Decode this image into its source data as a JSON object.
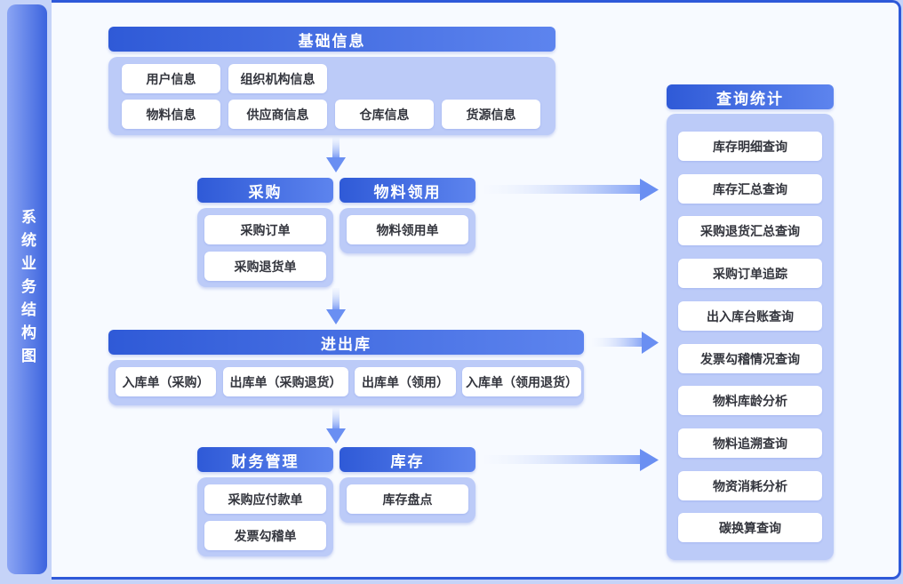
{
  "sidebar": {
    "title": "系统业务结构图"
  },
  "colors": {
    "page_background": "#c5d3f8",
    "panel_background": "#f7faff",
    "panel_border": "#2e59d9",
    "header_gradient_start": "#2f5ad7",
    "header_gradient_end": "#5d84ee",
    "group_background": "#bccbf8",
    "node_background": "#ffffff",
    "node_text": "#33353d",
    "arrow": "#6a8ff2"
  },
  "flow": {
    "basic": {
      "header": "基础信息",
      "items": [
        "用户信息",
        "组织机构信息",
        "物料信息",
        "供应商信息",
        "仓库信息",
        "货源信息"
      ]
    },
    "purchase": {
      "header": "采购",
      "items": [
        "采购订单",
        "采购退货单"
      ]
    },
    "requisition": {
      "header": "物料领用",
      "items": [
        "物料领用单"
      ]
    },
    "inout": {
      "header": "进出库",
      "items": [
        "入库单（采购）",
        "出库单（采购退货）",
        "出库单（领用）",
        "入库单（领用退货）"
      ]
    },
    "finance": {
      "header": "财务管理",
      "items": [
        "采购应付款单",
        "发票勾稽单"
      ]
    },
    "inventory": {
      "header": "库存",
      "items": [
        "库存盘点"
      ]
    },
    "query": {
      "header": "查询统计",
      "items": [
        "库存明细查询",
        "库存汇总查询",
        "采购退货汇总查询",
        "采购订单追踪",
        "出入库台账查询",
        "发票勾稽情况查询",
        "物料库龄分析",
        "物料追溯查询",
        "物资消耗分析",
        "碳换算查询"
      ]
    }
  }
}
